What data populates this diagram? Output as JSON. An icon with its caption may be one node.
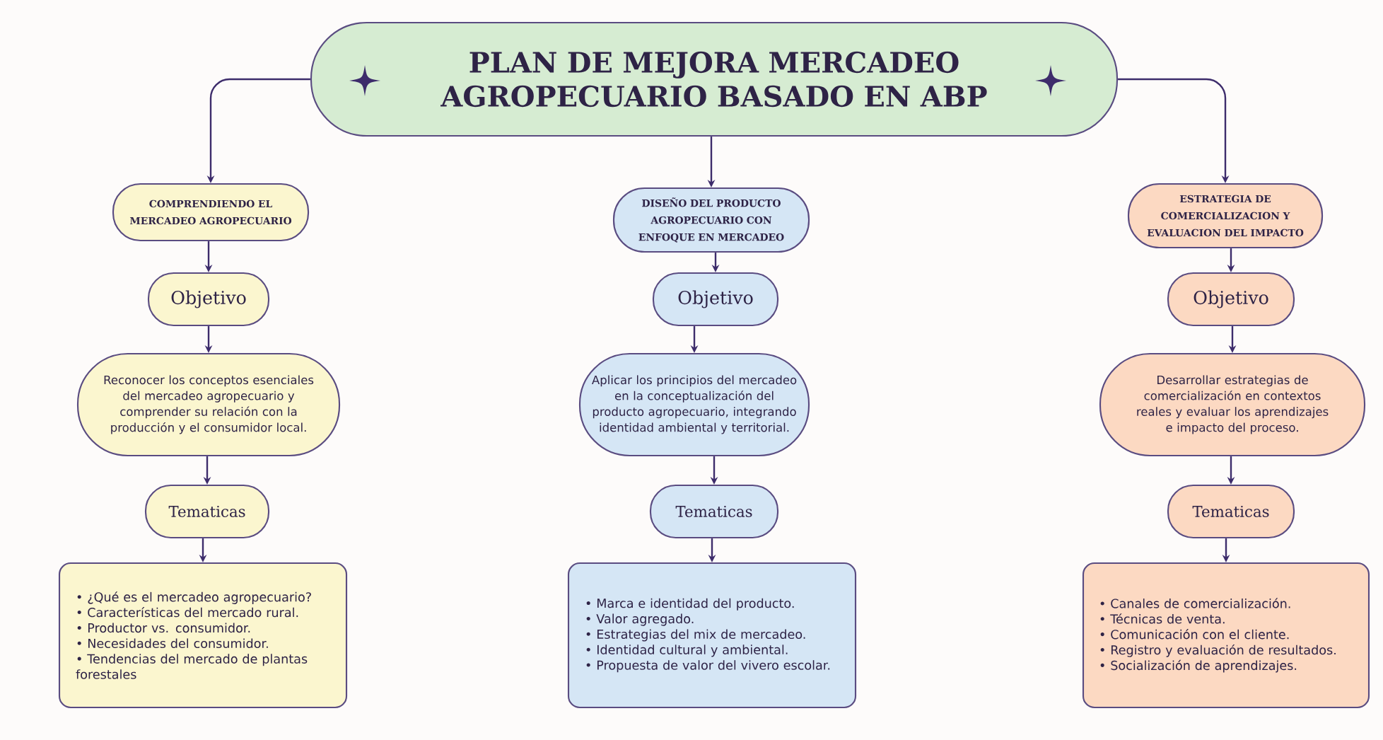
{
  "diagram": {
    "nodes": [
      {
        "text": [
          "PLAN DE MEJORA MERCADEO AGROPECUARIO BASADO EN ABP"
        ]
      },
      {
        "text": [
          "COMPRENDIENDO EL MERCADEO AGROPECUARIO"
        ]
      },
      {
        "text": [
          "Objetivo"
        ]
      },
      {
        "text": [
          "Reconocer los conceptos esenciales del mercadeo agropecuario y comprender su relación con la producción y el consumidor local."
        ]
      },
      {
        "text": [
          "Tematicas"
        ]
      },
      {
        "text": [
          "• ¿Qué es el mercadeo agropecuario?",
          "• Características del mercado rural.",
          "• Productor vs. consumidor.",
          "• Necesidades del consumidor.",
          "• Tendencias del mercado de plantas forestales"
        ]
      },
      {
        "text": [
          "DISEÑO DEL PRODUCTO AGROPECUARIO CON ENFOQUE EN MERCADEO"
        ]
      },
      {
        "text": [
          "Objetivo"
        ]
      },
      {
        "text": [
          "Aplicar los principios del mercadeo en la conceptualización del producto agropecuario, integrando identidad ambiental y territorial."
        ]
      },
      {
        "text": [
          "Tematicas"
        ]
      },
      {
        "text": [
          "• Marca e identidad del producto.",
          "• Valor agregado.",
          "• Estrategias del mix de mercadeo.",
          "• Identidad cultural y ambiental.",
          "• Propuesta de valor del vivero escolar."
        ]
      },
      {
        "text": [
          "ESTRATEGIA DE COMERCIALIZACION Y EVALUACION DEL IMPACTO"
        ]
      },
      {
        "text": [
          "Objetivo"
        ]
      },
      {
        "text": [
          "Desarrollar estrategias de comercialización en contextos reales y evaluar los aprendizajes e impacto del proceso."
        ]
      },
      {
        "text": [
          "Tematicas"
        ]
      },
      {
        "text": [
          "• Canales de comercialización.",
          "• Técnicas de venta.",
          "• Comunicación con el cliente.",
          "• Registro y evaluación de resultados.",
          "• Socialización de aprendizajes."
        ]
      }
    ],
    "edges": [
      {
        "from": 0,
        "to": 1,
        "arrow": "to"
      },
      {
        "from": 0,
        "to": 6,
        "arrow": "to"
      },
      {
        "from": 0,
        "to": 11,
        "arrow": "to"
      },
      {
        "from": 1,
        "to": 2,
        "arrow": "to"
      },
      {
        "from": 2,
        "to": 3,
        "arrow": "to"
      },
      {
        "from": 3,
        "to": 4,
        "arrow": "to"
      },
      {
        "from": 4,
        "to": 5,
        "arrow": "to"
      },
      {
        "from": 6,
        "to": 7,
        "arrow": "to"
      },
      {
        "from": 7,
        "to": 8,
        "arrow": "to"
      },
      {
        "from": 8,
        "to": 9,
        "arrow": "to"
      },
      {
        "from": 9,
        "to": 10,
        "arrow": "to"
      },
      {
        "from": 11,
        "to": 12,
        "arrow": "to"
      },
      {
        "from": 12,
        "to": 13,
        "arrow": "to"
      },
      {
        "from": 13,
        "to": 14,
        "arrow": "to"
      },
      {
        "from": 14,
        "to": 15,
        "arrow": "to"
      }
    ]
  }
}
